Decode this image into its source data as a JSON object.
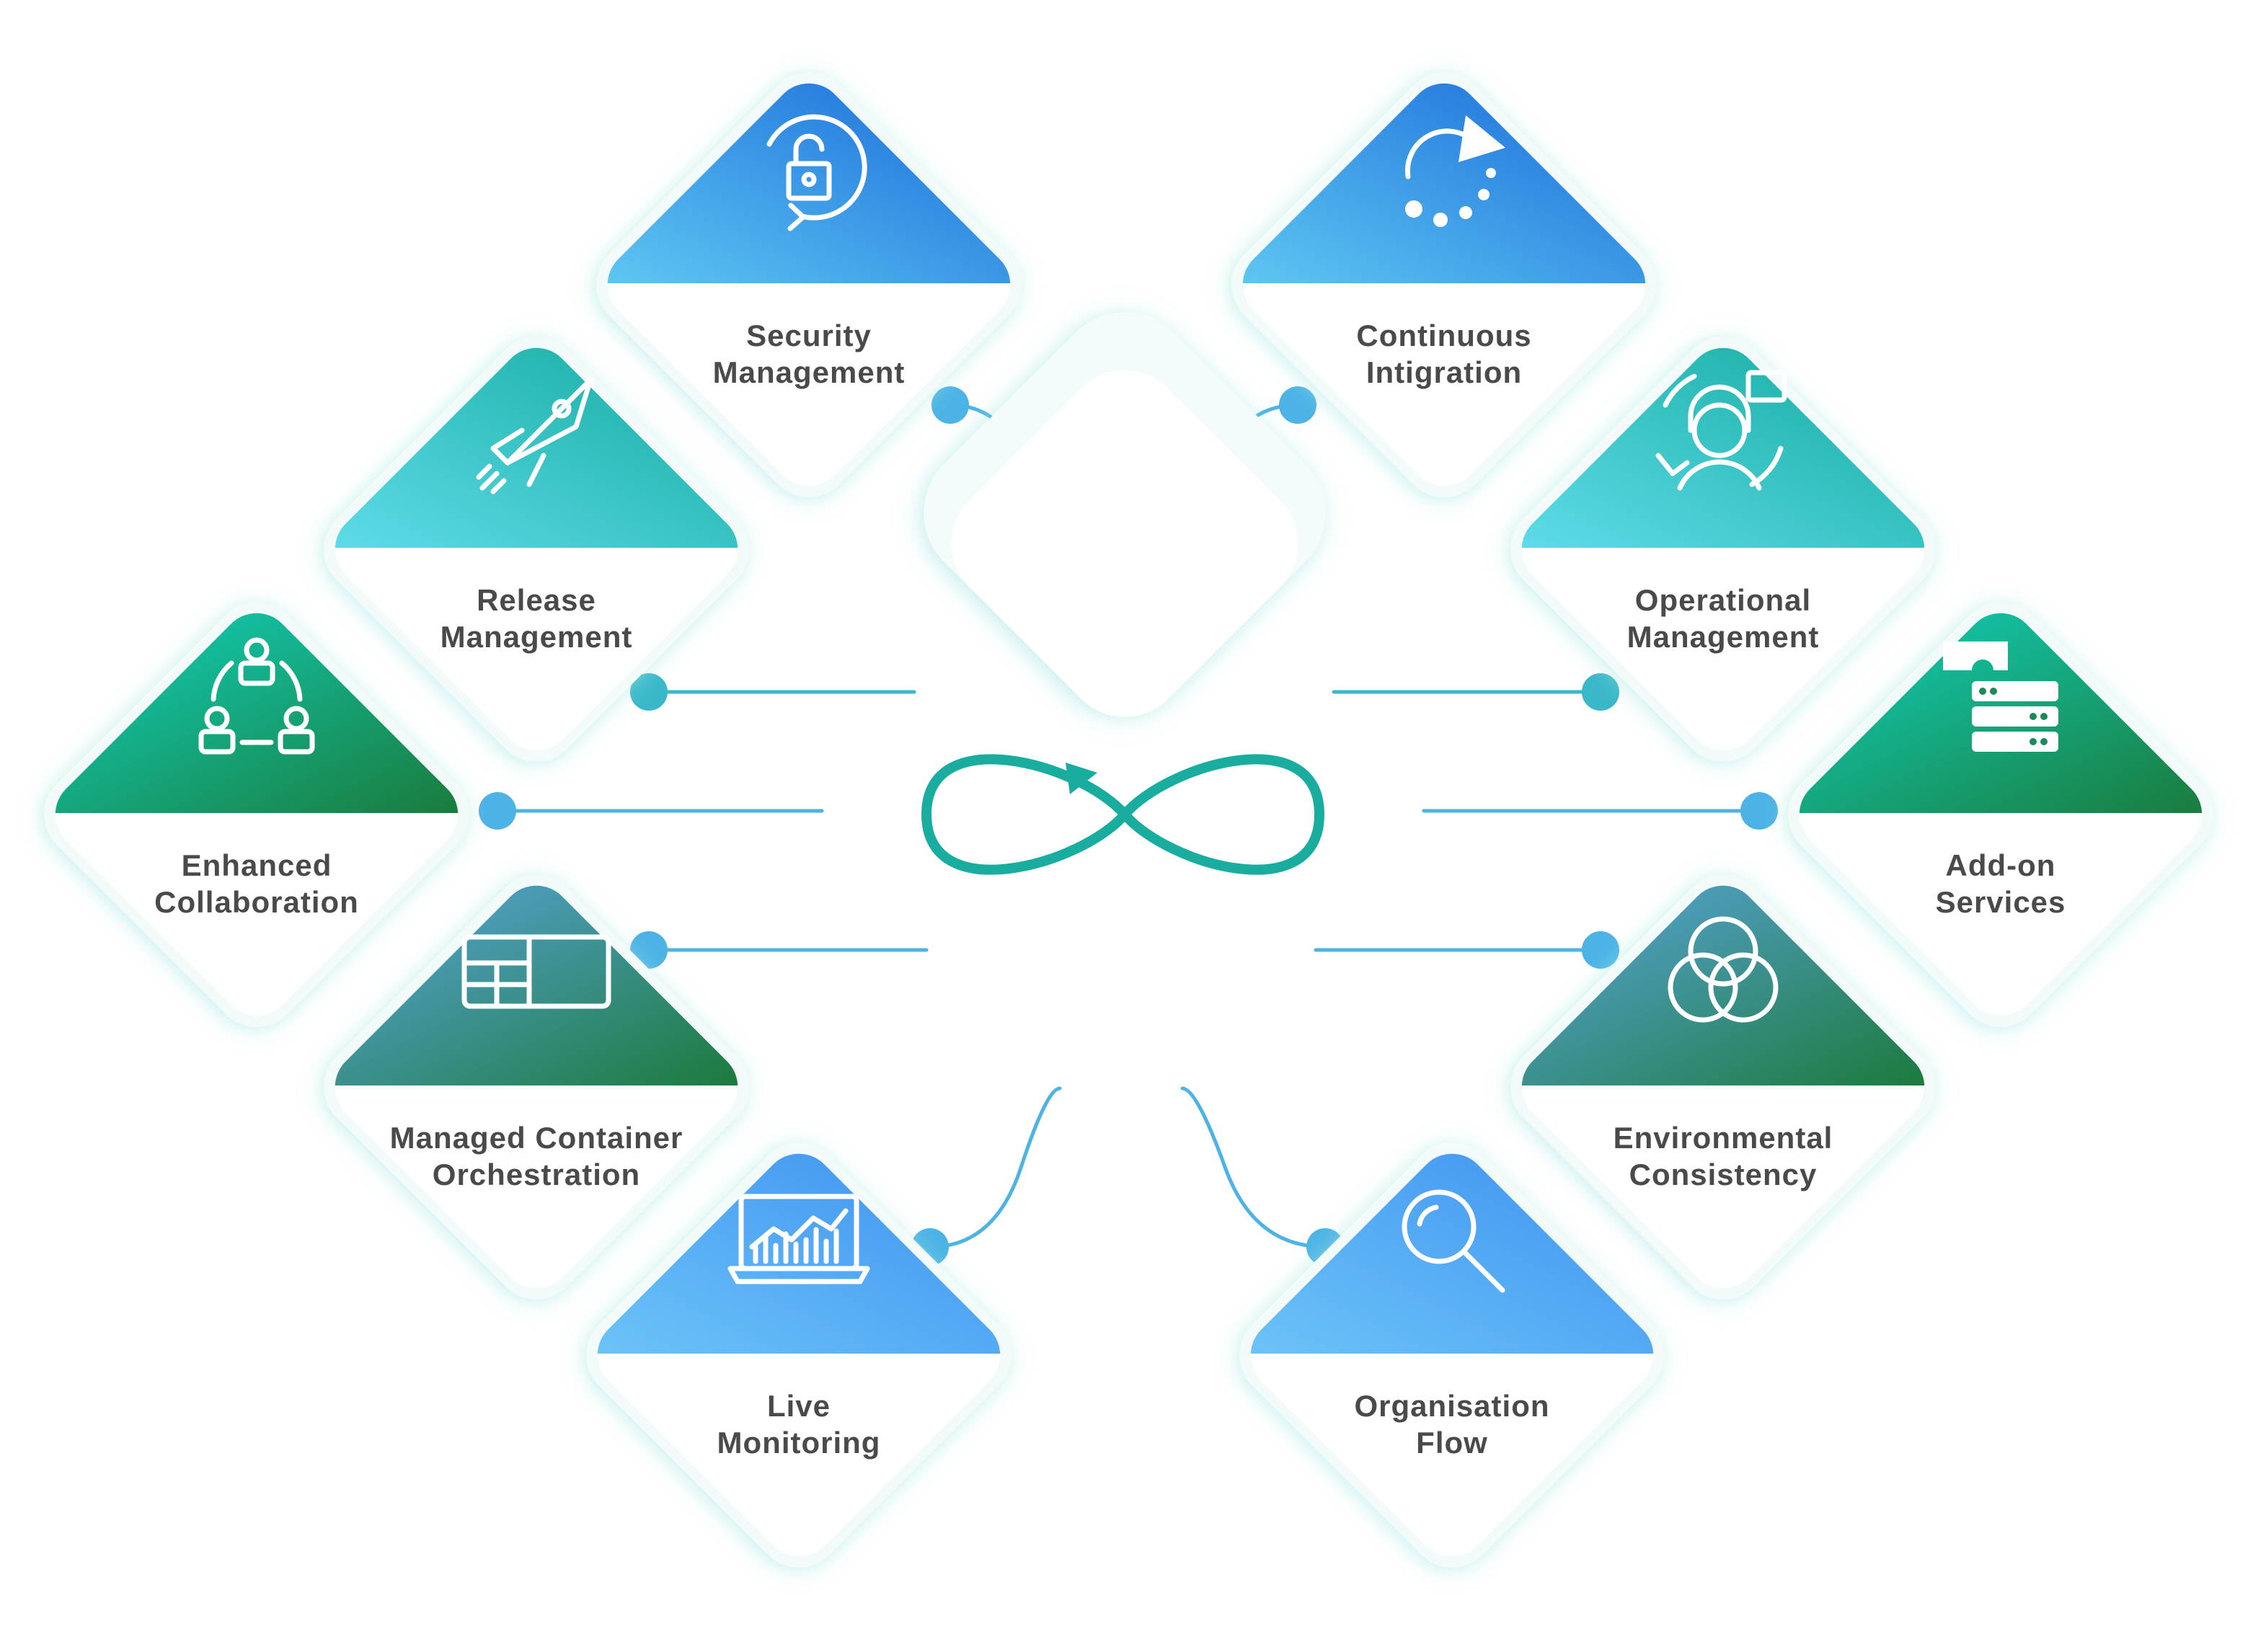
{
  "diagram": {
    "center": {
      "icon": "infinity-loop-icon"
    },
    "nodes": [
      {
        "id": "security-management",
        "line1": "Security",
        "line2": "Management",
        "icon": "unlock-cycle-icon",
        "gradient": "blue"
      },
      {
        "id": "continuous-integration",
        "line1": "Continuous",
        "line2": "Intigration",
        "icon": "refresh-arrow-icon",
        "gradient": "blue"
      },
      {
        "id": "release-management",
        "line1": "Release",
        "line2": "Management",
        "icon": "rocket-icon",
        "gradient": "teal"
      },
      {
        "id": "operational-management",
        "line1": "Operational",
        "line2": "Management",
        "icon": "support-agent-icon",
        "gradient": "teal"
      },
      {
        "id": "enhanced-collaboration",
        "line1": "Enhanced",
        "line2": "Collaboration",
        "icon": "team-cycle-icon",
        "gradient": "green"
      },
      {
        "id": "add-on-services",
        "line1": "Add-on",
        "line2": "Services",
        "icon": "puzzle-server-icon",
        "gradient": "green"
      },
      {
        "id": "managed-container-orchestration",
        "line1": "Managed Container",
        "line2": "Orchestration",
        "icon": "container-layout-icon",
        "gradient": "bluegreen"
      },
      {
        "id": "environmental-consistency",
        "line1": "Environmental",
        "line2": "Consistency",
        "icon": "interlocked-rings-icon",
        "gradient": "bluegreen"
      },
      {
        "id": "live-monitoring",
        "line1": "Live",
        "line2": "Monitoring",
        "icon": "laptop-chart-icon",
        "gradient": "skyblue"
      },
      {
        "id": "organisation-flow",
        "line1": "Organisation",
        "line2": "Flow",
        "icon": "magnifier-icon",
        "gradient": "skyblue"
      }
    ],
    "colors": {
      "connector_blue": "#4db3e6",
      "connector_teal": "#3ab8c9",
      "infinity": "#19ad9f",
      "label_text": "#4a4a4a",
      "blue": [
        "#5fc8f2",
        "#1565d8"
      ],
      "teal": [
        "#5fdcea",
        "#10a89a"
      ],
      "green": [
        "#10d6c4",
        "#1a7a3a"
      ],
      "bluegreen": [
        "#5fa8e6",
        "#1a7a3a"
      ],
      "skyblue": [
        "#6cc4f7",
        "#3c8ef0"
      ]
    }
  }
}
